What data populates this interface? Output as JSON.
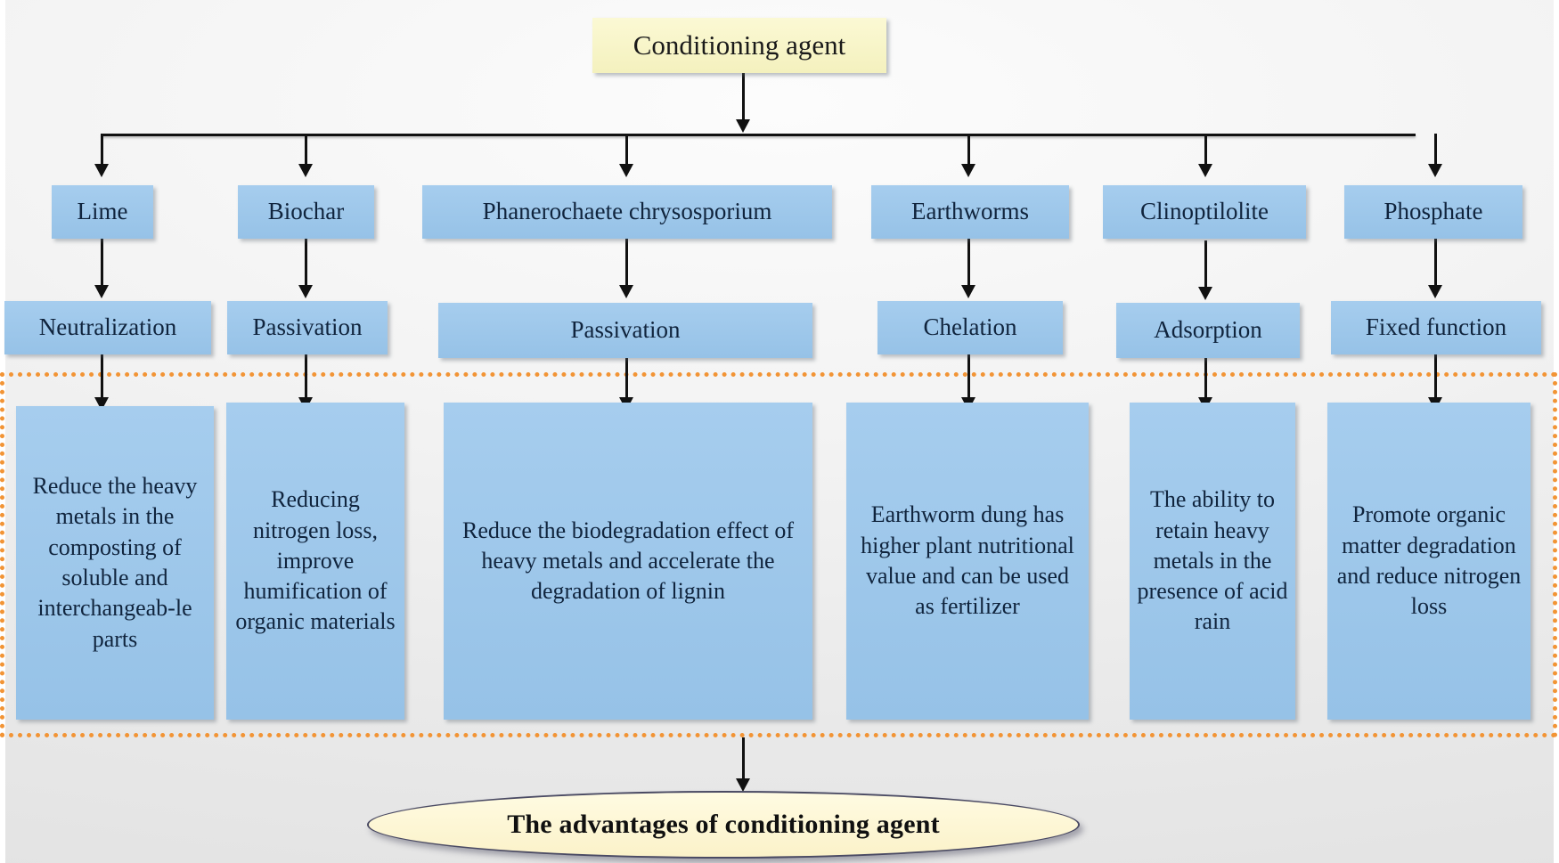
{
  "diagram": {
    "title": "Conditioning agent",
    "root": {
      "label": "Conditioning agent"
    },
    "outcome": {
      "label": "The advantages of conditioning agent"
    },
    "colors": {
      "node_fill": "#9ec8ea",
      "root_fill": "#f8f6c8",
      "outcome_fill": "#fdf5d2",
      "highlight_border": "#f29435",
      "connector": "#111111",
      "canvas": "#ededed"
    },
    "branches": [
      {
        "agent": "Lime",
        "mechanism": "Neutralization",
        "benefit": "Reduce the heavy metals in the composting of soluble and interchangeab-le parts"
      },
      {
        "agent": "Biochar",
        "mechanism": "Passivation",
        "benefit": "Reducing nitrogen loss, improve humification of organic materials"
      },
      {
        "agent": "Phanerochaete chrysosporium",
        "mechanism": "Passivation",
        "benefit": "Reduce the biodegradation effect of heavy metals and accelerate the degradation of lignin"
      },
      {
        "agent": "Earthworms",
        "mechanism": "Chelation",
        "benefit": "Earthworm dung has higher plant nutritional value and can be used as fertilizer"
      },
      {
        "agent": "Clinoptilolite",
        "mechanism": "Adsorption",
        "benefit": "The ability to retain heavy metals in the presence of acid rain"
      },
      {
        "agent": "Phosphate",
        "mechanism": "Fixed function",
        "benefit": "Promote organic matter degradation and reduce nitrogen loss"
      }
    ]
  }
}
